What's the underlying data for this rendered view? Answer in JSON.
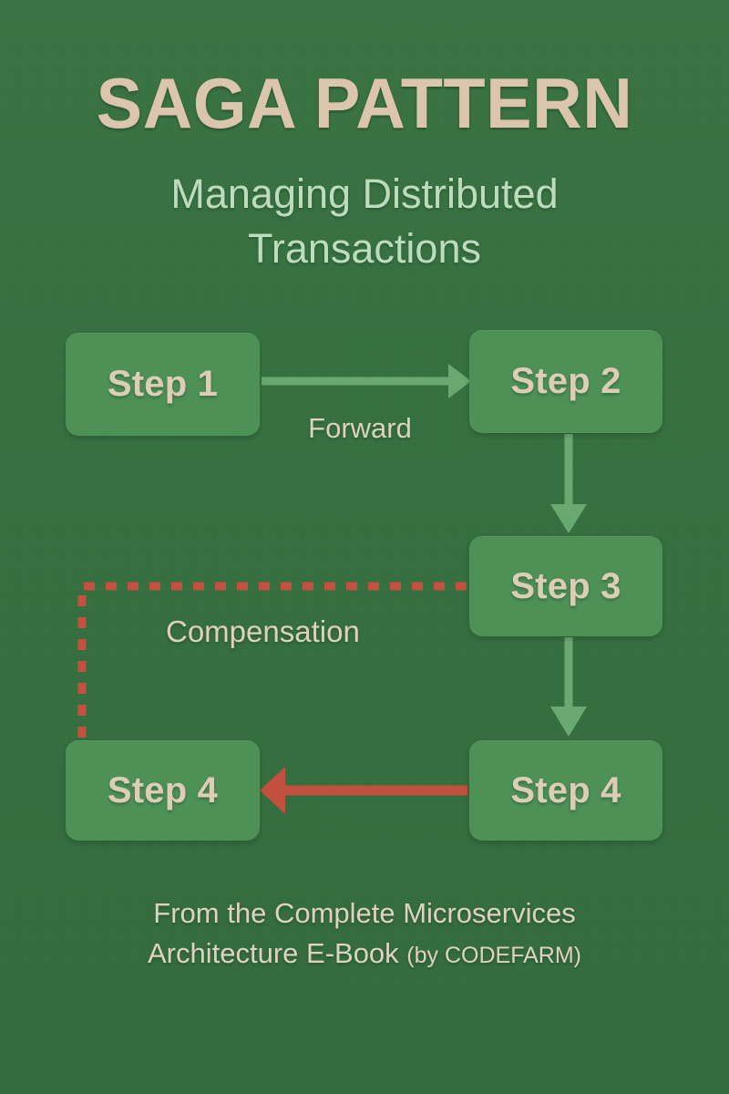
{
  "poster": {
    "title": "SAGA PATTERN",
    "subtitle_line1": "Managing Distributed",
    "subtitle_line2": "Transactions",
    "footer_line1": "From the Complete Microservices",
    "footer_line2_main": "Architecture E-Book",
    "footer_line2_small": "(by CODEFARM)"
  },
  "colors": {
    "background": "#35703f",
    "node_fill": "#4d9157",
    "title_text": "#dbc5ac",
    "subtitle_text": "#bcdcbd",
    "node_text": "#dccdb6",
    "label_text": "#ddd2bd",
    "forward_arrow": "#6aa871",
    "compensation_red": "#c4503f"
  },
  "diagram": {
    "type": "flow",
    "nodes": [
      {
        "id": "step1",
        "label": "Step 1"
      },
      {
        "id": "step2",
        "label": "Step 2"
      },
      {
        "id": "step3",
        "label": "Step 3"
      },
      {
        "id": "step4r",
        "label": "Step 4"
      },
      {
        "id": "step4l",
        "label": "Step 4"
      }
    ],
    "edges": [
      {
        "from": "step1",
        "to": "step2",
        "label": "Forward",
        "style": "solid",
        "color": "#6aa871"
      },
      {
        "from": "step2",
        "to": "step3",
        "label": "",
        "style": "solid",
        "color": "#6aa871"
      },
      {
        "from": "step3",
        "to": "step4r",
        "label": "",
        "style": "solid",
        "color": "#6aa871"
      },
      {
        "from": "step4r",
        "to": "step4l",
        "label": "",
        "style": "solid",
        "color": "#c4503f"
      },
      {
        "from": "step3",
        "to": "step4l",
        "label": "Compensation",
        "style": "dashed",
        "color": "#c4503f"
      }
    ],
    "labels": {
      "forward": "Forward",
      "compensation": "Compensation"
    }
  }
}
